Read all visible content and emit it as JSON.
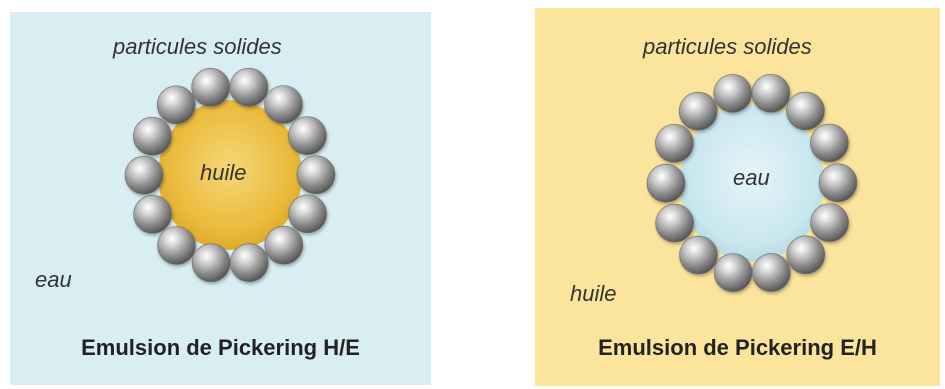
{
  "left_panel": {
    "top_label": "particules solides",
    "core_label": "huile",
    "continuous_label": "eau",
    "title": "Emulsion de Pickering H/E",
    "background_color": "#d9eef3",
    "core_color": "#f2c94c"
  },
  "right_panel": {
    "top_label": "particules solides",
    "core_label": "eau",
    "continuous_label": "huile",
    "title": "Emulsion de Pickering E/H",
    "background_color": "#fbe59c",
    "core_color": "#cfe9f0"
  },
  "particle_color": "#a8a8a8"
}
